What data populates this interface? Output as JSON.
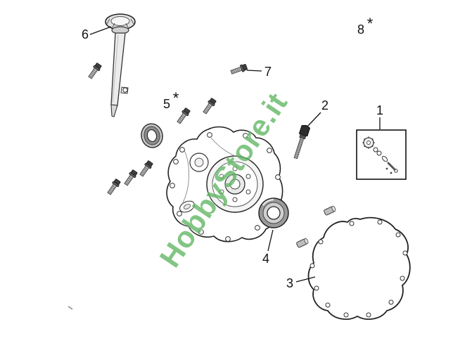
{
  "watermark": {
    "text": "HobbyStore.it",
    "color": "#63b766"
  },
  "callouts": {
    "part1": {
      "label": "1"
    },
    "part2": {
      "label": "2"
    },
    "part3": {
      "label": "3"
    },
    "part4": {
      "label": "4"
    },
    "part5": {
      "label": "5",
      "asterisk": "*"
    },
    "part6": {
      "label": "6"
    },
    "part7": {
      "label": "7"
    },
    "part8": {
      "label": "8",
      "asterisk": "*"
    }
  },
  "colors": {
    "line": "#222222",
    "metal_light": "#c9c9c9",
    "metal_dark": "#4a4a4a",
    "watermark_green": "#63b766"
  }
}
